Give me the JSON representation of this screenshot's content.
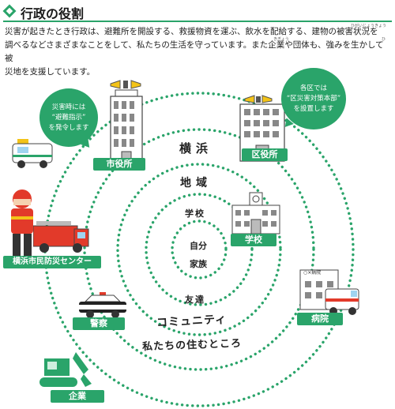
{
  "header": {
    "title": "行政の役割",
    "intro_line1": "災害が起きたとき行政は、避難所を開設する、救援物資を運ぶ、飲水を配給する、建物の被害状況を",
    "intro_line2": "調べるなどさまざまなことをして、私たちの生活を守っています。また企業や団体も、強みを生かして被",
    "intro_line3": "災地を支援しています。",
    "ruby_higai": "ひがいじょうきょう",
    "ruby_kigyo": "きぎょう",
    "ruby_hisai": "ひ"
  },
  "rings": {
    "yokohama": "横浜",
    "chiiki": "地域",
    "gakko": "学校",
    "jibun": "自分",
    "kazoku": "家族",
    "tomodachi": "友達",
    "community": "コミュニティ",
    "sumu": "私たちの住むところ"
  },
  "places": {
    "shiyakusho": "市役所",
    "kuyakusho": "区役所",
    "gakko": "学校",
    "bosai_center": "横浜市民防災センター",
    "keisatsu": "警察",
    "byoin": "病院",
    "kigyo": "企業",
    "hospital_sign": "○×病院"
  },
  "bubbles": {
    "left_line1": "災害時には",
    "left_line2": "“避難指示”",
    "left_line3": "を発令します",
    "right_line1": "各区では",
    "right_line2": "“区災害対策本部”",
    "right_line3": "を設置します"
  },
  "colors": {
    "accent": "#2aa46a",
    "dots": "#2aa46a"
  }
}
